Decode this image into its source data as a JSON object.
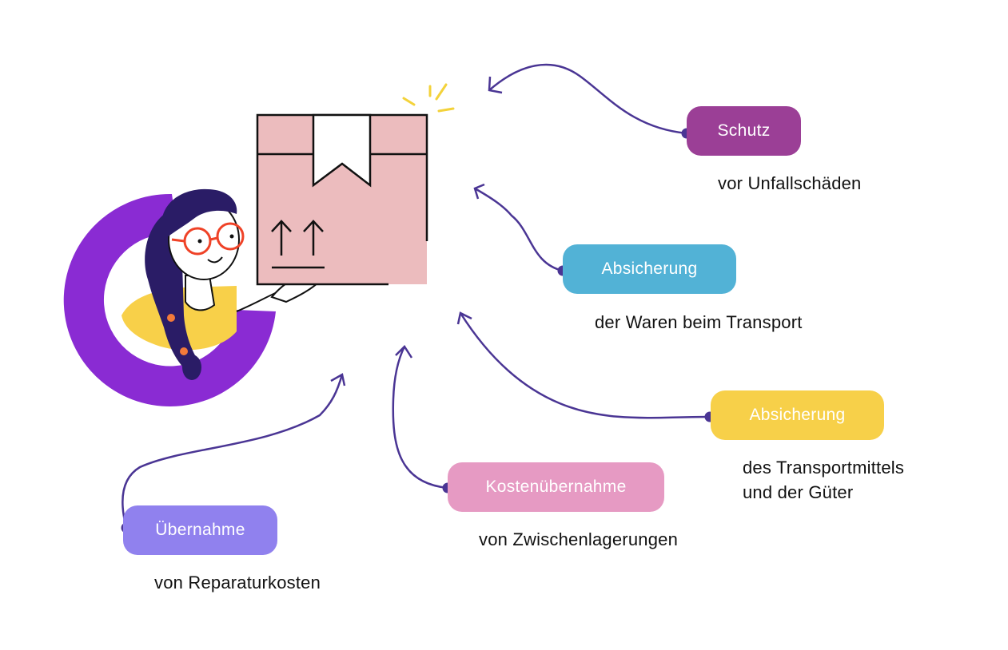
{
  "colors": {
    "ring": "#8a2bd3",
    "box": "#ecbcbe",
    "line": "#111111",
    "arrow": "#4a3594",
    "shirt": "#f8d049",
    "hair": "#2a1c66",
    "glasses": "#ef4227",
    "spark": "#f3d23a"
  },
  "benefits": [
    {
      "label": "Schutz",
      "description": "vor Unfallschäden",
      "color": "#9b3f96"
    },
    {
      "label": "Absicherung",
      "description": "der Waren beim Transport",
      "color": "#52b2d6"
    },
    {
      "label": "Absicherung",
      "description": "des Transportmittels und der Güter",
      "color": "#f7d049"
    },
    {
      "label": "Kostenübernahme",
      "description": "von Zwischenlagerungen",
      "color": "#e69ac3"
    },
    {
      "label": "Übernahme",
      "description": "von Reparaturkosten",
      "color": "#9081ee"
    }
  ]
}
